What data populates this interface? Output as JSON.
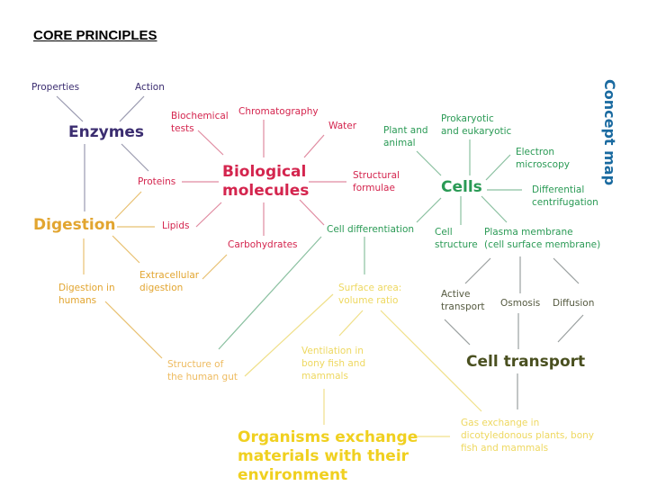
{
  "title": "CORE PRINCIPLES",
  "side_label": "Concept map",
  "colors": {
    "enzymes": "#2a1a6a",
    "biological_molecules": "#d0103a",
    "digestion": "#e0a020",
    "cells": "#1a9a4a",
    "cell_transport": "#4a5020",
    "organisms": "#f0d020",
    "side_label": "#1a6aa0"
  },
  "nodes": {
    "properties": "Properties",
    "action": "Action",
    "enzymes": "Enzymes",
    "biochemical_tests": "Biochemical\ntests",
    "chromatography": "Chromatography",
    "water": "Water",
    "proteins": "Proteins",
    "biological_molecules": "Biological\nmolecules",
    "structural_formulae": "Structural\nformulae",
    "digestion": "Digestion",
    "lipids": "Lipids",
    "carbohydrates": "Carbohydrates",
    "cell_differentiation": "Cell differentiation",
    "plant_and_animal": "Plant and\nanimal",
    "prokaryotic": "Prokaryotic\nand eukaryotic",
    "electron_microscopy": "Electron\nmicroscopy",
    "cells": "Cells",
    "differential_centrifugation": "Differential\ncentrifugation",
    "cell_structure": "Cell\nstructure",
    "plasma_membrane": "Plasma membrane\n(cell surface membrane)",
    "extracellular_digestion": "Extracellular\ndigestion",
    "digestion_in_humans": "Digestion in\nhumans",
    "surface_area": "Surface area:\nvolume ratio",
    "active_transport": "Active\ntransport",
    "osmosis": "Osmosis",
    "diffusion": "Diffusion",
    "structure_gut": "Structure of\nthe human gut",
    "ventilation": "Ventilation in\nbony fish and\nmammals",
    "cell_transport": "Cell transport",
    "gas_exchange": "Gas exchange in\ndicotyledonous plants, bony\nfish and mammals",
    "organisms": "Organisms exchange\nmaterials with their\nenvironment"
  }
}
